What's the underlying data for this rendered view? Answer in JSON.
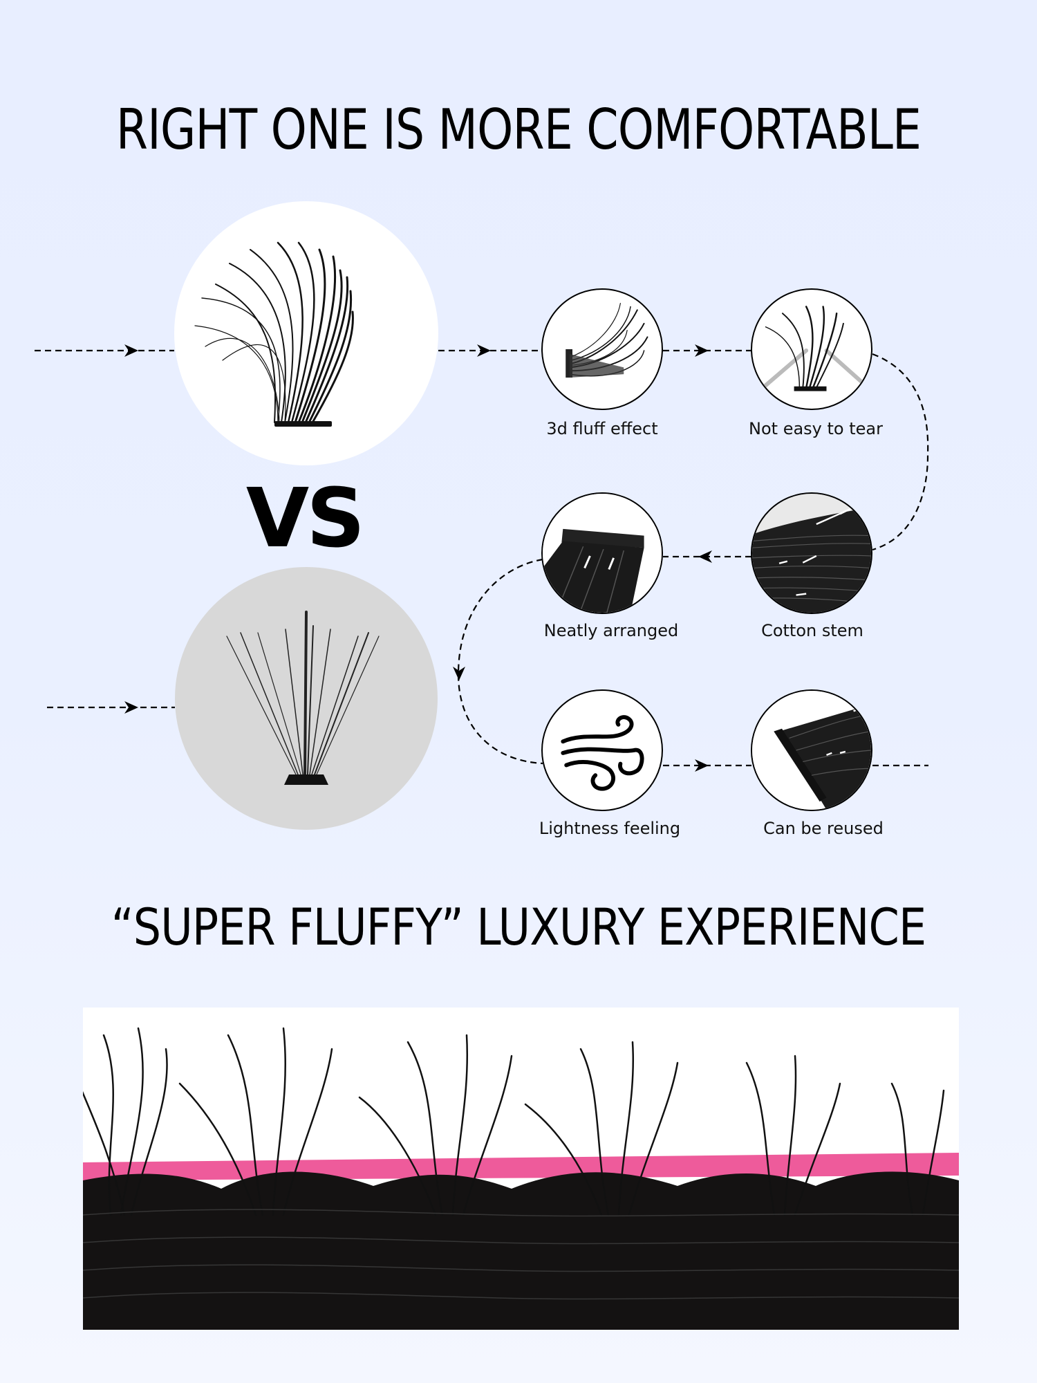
{
  "headings": {
    "top": "RIGHT ONE IS MORE COMFORTABLE",
    "versus": "VS",
    "bottom": "“SUPER FLUFFY” LUXURY EXPERIENCE"
  },
  "comparison": {
    "good_product": {
      "image": "fluffy-lash-cluster-image",
      "background": "#ffffff"
    },
    "bad_product": {
      "image": "sparse-lash-cluster-image",
      "background": "#d8d8d8"
    }
  },
  "features": [
    {
      "label": "3d fluff effect",
      "image": "fluffy-lash-side-image"
    },
    {
      "label": "Not easy to tear",
      "image": "lash-with-tweezers-image"
    },
    {
      "label": "Neatly arranged",
      "image": "lash-band-closeup-image"
    },
    {
      "label": "Cotton stem",
      "image": "cotton-stem-closeup-image"
    },
    {
      "label": "Lightness feeling",
      "image": "wind-icon"
    },
    {
      "label": "Can be reused",
      "image": "lash-base-closeup-image"
    }
  ],
  "photo": {
    "image": "lash-strip-product-photo",
    "accent_color": "#ee5b9b"
  },
  "colors": {
    "background_top": "#e8eeff",
    "background_bottom": "#f4f7ff",
    "text": "#000000",
    "accent_pink": "#ee5b9b"
  }
}
